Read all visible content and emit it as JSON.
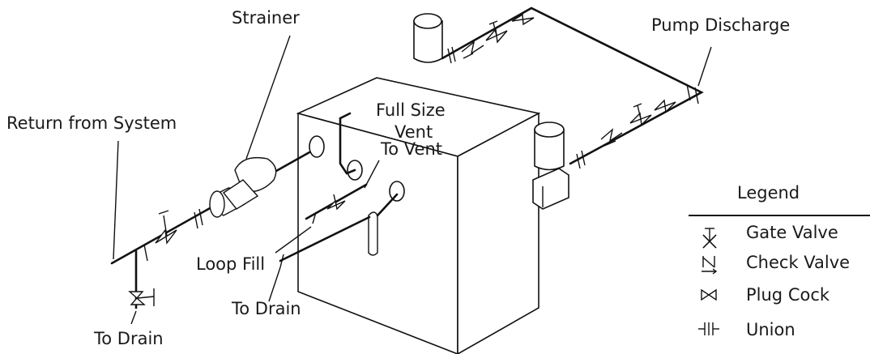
{
  "labels": {
    "strainer": "Strainer",
    "pump_discharge": "Pump Discharge",
    "full_size_vent_1": "Full Size",
    "full_size_vent_2": "Vent",
    "return_from_system": "Return from System",
    "to_vent": "To Vent",
    "loop_fill": "Loop Fill",
    "to_drain_center": "To Drain",
    "to_drain_left": "To Drain"
  },
  "legend": {
    "title": "Legend",
    "items": [
      {
        "icon": "gate-valve-icon",
        "label": "Gate Valve"
      },
      {
        "icon": "check-valve-icon",
        "label": "Check Valve"
      },
      {
        "icon": "plug-cock-icon",
        "label": "Plug Cock"
      },
      {
        "icon": "union-icon",
        "label": "Union"
      }
    ]
  }
}
